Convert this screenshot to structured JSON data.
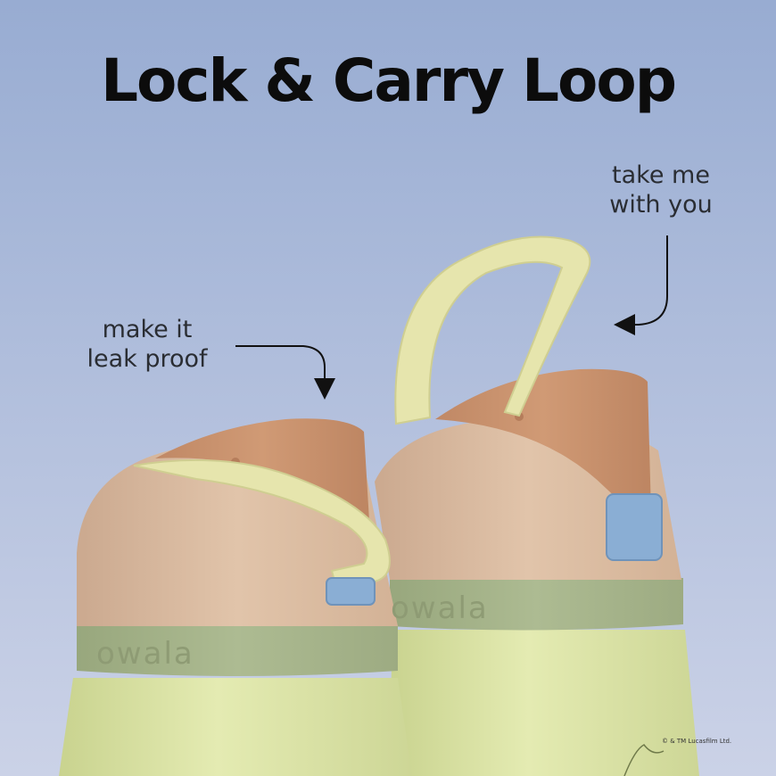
{
  "headline": "Lock & Carry Loop",
  "callouts": {
    "leak_proof": [
      "make it",
      "leak proof"
    ],
    "carry": [
      "take me",
      "with you"
    ]
  },
  "bottles": {
    "left": {
      "brand": "owala"
    },
    "right": {
      "brand": "owala"
    }
  },
  "copyright": "© & TM Lucasfilm Ltd.",
  "colors": {
    "background_top": "#98acd2",
    "background_bottom": "#c9d0e6",
    "lid_terracotta": "#c9916d",
    "lid_beige": "#ddbfa5",
    "band_sage": "#a7b58c",
    "loop_yellow": "#e7e7ae",
    "body_pale_green": "#dfe7a9",
    "button_blue": "#8aaed4"
  }
}
